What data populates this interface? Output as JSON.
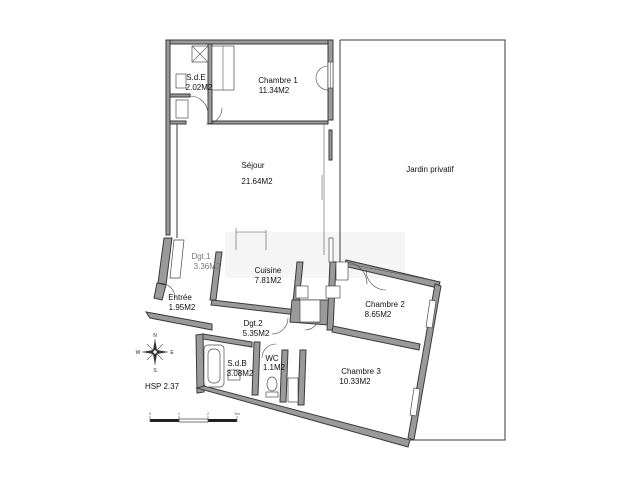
{
  "rooms": [
    {
      "name": "S.d.E",
      "area": "2.02M2"
    },
    {
      "name": "Chambre 1",
      "area": "11.34M2"
    },
    {
      "name": "Séjour",
      "area": "21.64M2"
    },
    {
      "name": "Jardin privatif",
      "area": ""
    },
    {
      "name": "Dgt.1",
      "area": "3.36M2"
    },
    {
      "name": "Cuisine",
      "area": "7.81M2"
    },
    {
      "name": "Entrée",
      "area": "1.95M2"
    },
    {
      "name": "Chambre 2",
      "area": "8.65M2"
    },
    {
      "name": "Dgt.2",
      "area": "5.35M2"
    },
    {
      "name": "WC",
      "area": "1.1M2"
    },
    {
      "name": "S.d.B",
      "area": "3.08M2"
    },
    {
      "name": "Chambre 3",
      "area": "10.33M2"
    }
  ],
  "hsp": "HSP 2.37",
  "compass": {
    "north": "N",
    "south": "S",
    "east": "E",
    "west": "W"
  },
  "scale": {
    "ticks": [
      "0",
      "1",
      "2",
      "3m"
    ]
  },
  "colors": {
    "wall": "#9a9a9a",
    "outline": "#3a3a3a",
    "background": "#ffffff"
  }
}
